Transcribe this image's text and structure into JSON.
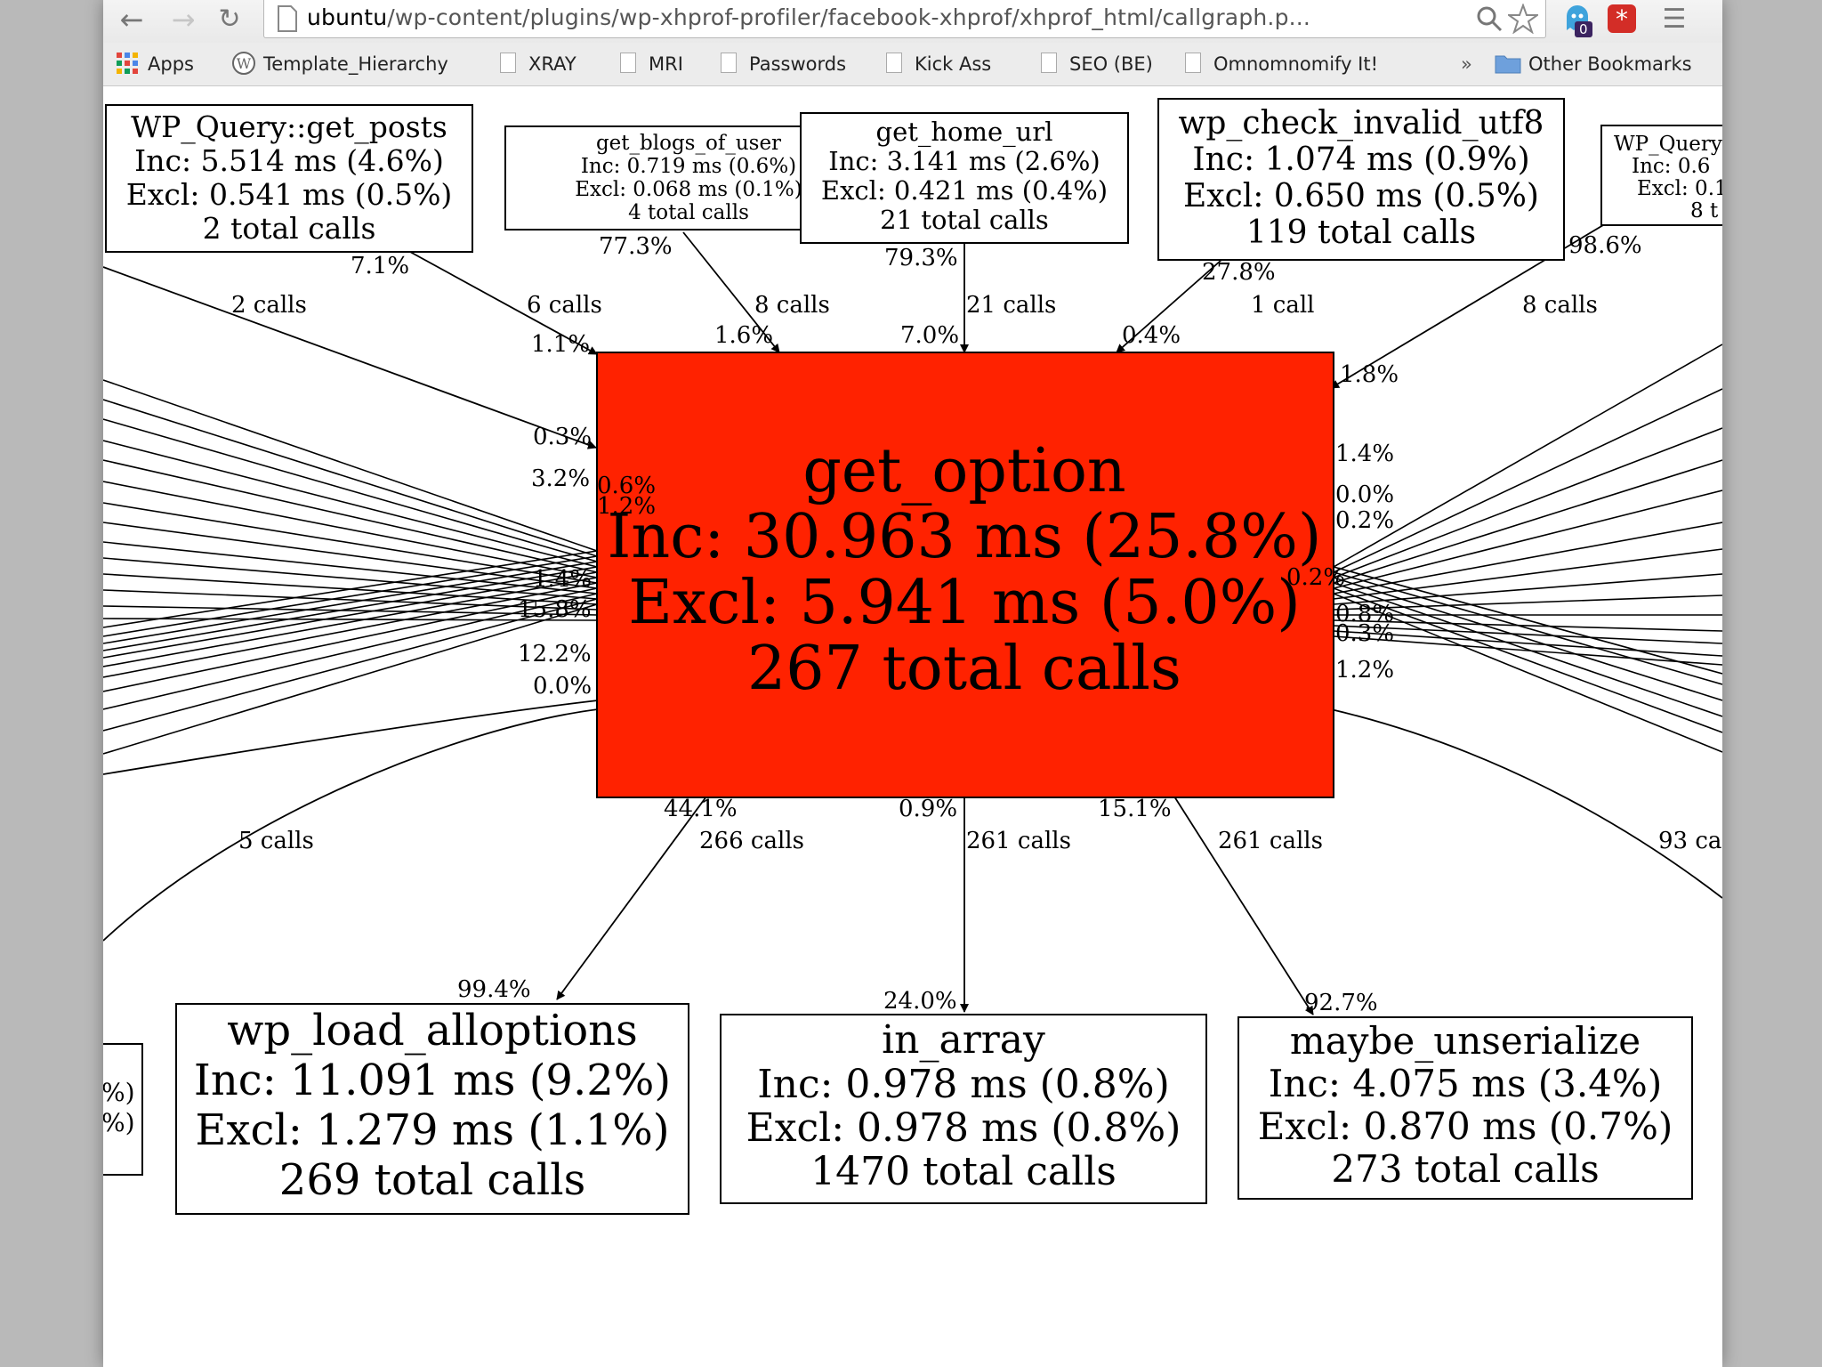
{
  "browser": {
    "url_host": "ubuntu",
    "url_path": "/wp-content/plugins/wp-xhprof-profiler/facebook-xhprof/xhprof_html/callgraph.p...",
    "extension_badge": "0",
    "bookmarks": [
      {
        "label": "Apps",
        "icon": "apps-grid-icon"
      },
      {
        "label": "Template_Hierarchy",
        "icon": "wordpress-icon"
      },
      {
        "label": "XRAY",
        "icon": "page-icon"
      },
      {
        "label": "MRI",
        "icon": "page-icon"
      },
      {
        "label": "Passwords",
        "icon": "page-icon"
      },
      {
        "label": "Kick Ass",
        "icon": "page-icon"
      },
      {
        "label": "SEO (BE)",
        "icon": "page-icon"
      },
      {
        "label": "Omnomnomify It!",
        "icon": "page-icon"
      }
    ],
    "overflow_label": "»",
    "other_bookmarks": "Other Bookmarks"
  },
  "graph": {
    "central": {
      "name": "get_option",
      "inc": "Inc: 30.963 ms (25.8%)",
      "excl": "Excl: 5.941 ms (5.0%)",
      "calls": "267 total calls",
      "color": "#ff2200"
    },
    "callers": [
      {
        "name": "WP_Query::get_posts",
        "inc": "Inc: 5.514 ms (4.6%)",
        "excl": "Excl: 0.541 ms (0.5%)",
        "calls": "2 total calls"
      },
      {
        "name": "get_blogs_of_user",
        "inc": "Inc: 0.719 ms (0.6%)",
        "excl": "Excl: 0.068 ms (0.1%)",
        "calls": "4 total calls"
      },
      {
        "name": "get_home_url",
        "inc": "Inc: 3.141 ms (2.6%)",
        "excl": "Excl: 0.421 ms (0.4%)",
        "calls": "21 total calls"
      },
      {
        "name": "wp_check_invalid_utf8",
        "inc": "Inc: 1.074 ms (0.9%)",
        "excl": "Excl: 0.650 ms (0.5%)",
        "calls": "119 total calls"
      },
      {
        "name": "WP_Query",
        "inc": "Inc: 0.6",
        "excl": "Excl: 0.1",
        "calls": "8 t"
      }
    ],
    "callees": [
      {
        "name": "wp_load_alloptions",
        "inc": "Inc: 11.091 ms (9.2%)",
        "excl": "Excl: 1.279 ms (1.1%)",
        "calls": "269 total calls"
      },
      {
        "name": "in_array",
        "inc": "Inc: 0.978 ms (0.8%)",
        "excl": "Excl: 0.978 ms (0.8%)",
        "calls": "1470 total calls"
      },
      {
        "name": "maybe_unserialize",
        "inc": "Inc: 4.075 ms (3.4%)",
        "excl": "Excl: 0.870 ms (0.7%)",
        "calls": "273 total calls"
      }
    ],
    "partial_left_node": {
      "line1": "%)",
      "line2": "%)"
    },
    "edge_labels": {
      "wpquery_src": "7.1%",
      "wpquery_calls": "6 calls",
      "wpquery_dst": "1.1%",
      "blogs_src": "77.3%",
      "blogs_calls": "8 calls",
      "blogs_dst": "1.6%",
      "home_src": "79.3%",
      "home_calls": "21 calls",
      "home_dst": "7.0%",
      "utf8_src": "27.8%",
      "utf8_calls": "1 call",
      "utf8_dst": "0.4%",
      "wpq2_src": "98.6%",
      "wpq2_calls": "8 calls",
      "wpq2_dst": "1.8%",
      "left_calls": "2 calls",
      "left_pcts": [
        "0.3%",
        "3.2%",
        "0.6%",
        "1.2%",
        "1.4%",
        "15.8%",
        "12.2%",
        "0.0%"
      ],
      "right_pcts": [
        "1.4%",
        "0.0%",
        "0.2%",
        "0.2%",
        "0.8%",
        "0.3%",
        "1.2%"
      ],
      "bottom_left_calls": "5 calls",
      "alloptions_src": "44.1%",
      "alloptions_calls": "266 calls",
      "alloptions_dst": "99.4%",
      "inarray_src": "0.9%",
      "inarray_calls": "261 calls",
      "inarray_dst": "24.0%",
      "unser_src": "15.1%",
      "unser_calls": "261 calls",
      "unser_dst": "92.7%",
      "right_calls": "93 ca"
    }
  }
}
